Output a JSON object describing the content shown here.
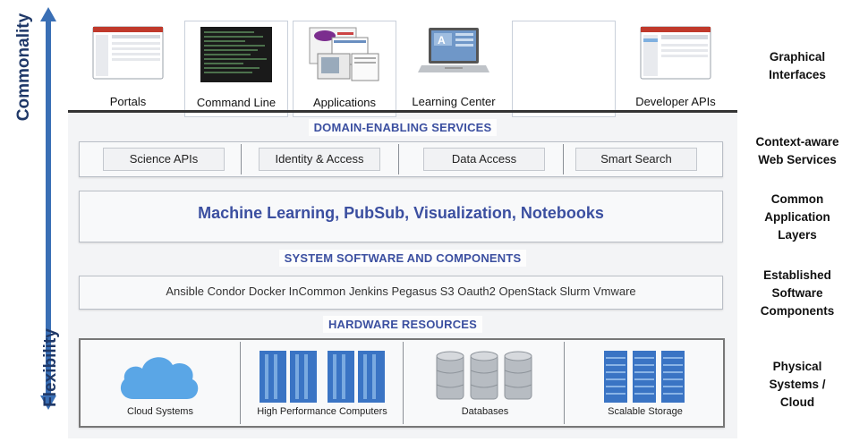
{
  "axis": {
    "top_label": "Commonality",
    "bottom_label": "Flexibility",
    "color": "#3a6fb5"
  },
  "graphical_interfaces": [
    {
      "label": "Portals",
      "icon": "portal-screenshot-icon"
    },
    {
      "label": "Command Line",
      "icon": "terminal-screenshot-icon"
    },
    {
      "label": "Applications",
      "icon": "applications-screenshot-icon"
    },
    {
      "label": "Learning Center",
      "icon": "laptop-icon"
    },
    {
      "label": "",
      "icon": "empty-frame"
    },
    {
      "label": "Developer APIs",
      "icon": "browser-screenshot-icon"
    }
  ],
  "domain_services": {
    "title": "DOMAIN-ENABLING SERVICES",
    "items": [
      "Science APIs",
      "Identity & Access",
      "Data Access",
      "Smart Search"
    ]
  },
  "application_layers": {
    "text": "Machine Learning, PubSub, Visualization, Notebooks"
  },
  "system_software": {
    "title": "SYSTEM SOFTWARE AND COMPONENTS",
    "text": "Ansible Condor Docker InCommon Jenkins Pegasus S3 Oauth2 OpenStack Slurm Vmware"
  },
  "hardware": {
    "title": "HARDWARE RESOURCES",
    "items": [
      {
        "label": "Cloud Systems",
        "icon": "cloud-icon"
      },
      {
        "label": "High Performance Computers",
        "icon": "server-rack-icon"
      },
      {
        "label": "Databases",
        "icon": "database-icon"
      },
      {
        "label": "Scalable Storage",
        "icon": "storage-rack-icon"
      }
    ]
  },
  "right_labels": [
    {
      "lines": [
        "Graphical",
        "Interfaces"
      ]
    },
    {
      "lines": [
        "Context-aware",
        "Web Services"
      ]
    },
    {
      "lines": [
        "Common",
        "Application",
        "Layers"
      ]
    },
    {
      "lines": [
        "Established",
        "Software",
        "Components"
      ]
    },
    {
      "lines": [
        "Physical",
        "Systems /",
        "Cloud"
      ]
    }
  ],
  "colors": {
    "title_blue": "#3b4fa0",
    "rack_blue": "#3a74c4",
    "cloud_blue": "#5aa6e6",
    "db_gray": "#b7bcc2"
  }
}
